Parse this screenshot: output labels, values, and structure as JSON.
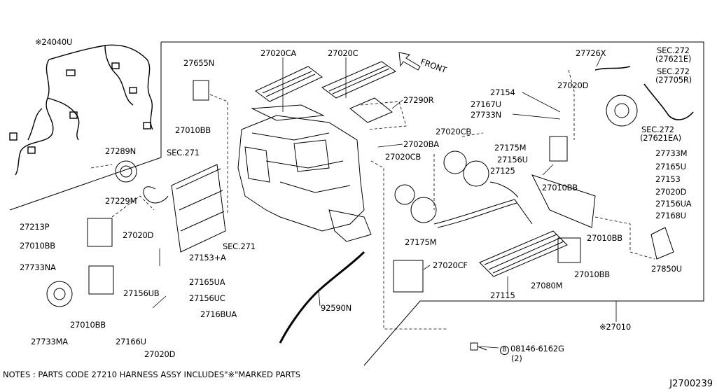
{
  "diagram_id": "J2700239",
  "notes": "NOTES : PARTS CODE 27210 HARNESS ASSY INCLUDES\"※\"MARKED PARTS",
  "front_label": "FRONT",
  "labels": {
    "p24040u": "※24040U",
    "p27655n": "27655N",
    "p27010bb_a": "27010BB",
    "p27020ca": "27020CA",
    "p27020c": "27020C",
    "p27290r": "27290R",
    "p27020ba": "27020BA",
    "p27289n": "27289N",
    "sec271_a": "SEC.271",
    "p27229m": "27229M",
    "p27213p": "27213P",
    "p27010bb_b": "27010BB",
    "p27020d_a": "27020D",
    "sec271_b": "SEC.271",
    "p27153a": "27153+A",
    "p27733na": "27733NA",
    "p27165ua": "27165UA",
    "p27156ub": "27156UB",
    "p27156uc": "27156UC",
    "p27168ua": "2716BUA",
    "p27010bb_c": "27010BB",
    "p27166u": "27166U",
    "p27733ma": "27733MA",
    "p27020d_b": "27020D",
    "p92590n": "92590N",
    "p27020cb_a": "27020CB",
    "p27020cb_b": "27020CB",
    "p27175m_a": "27175M",
    "p27175m_b": "27175M",
    "p27020cf": "27020CF",
    "p27115": "27115",
    "p27154": "27154",
    "p27167u": "27167U",
    "p27733n": "27733N",
    "p27156u": "27156U",
    "p27125": "27125",
    "p27020d_c": "27020D",
    "p27010bb_d": "27010BB",
    "p27010bb_e": "27010BB",
    "p27080m": "27080M",
    "p27010bb_f": "27010BB",
    "p27726x": "27726X",
    "sec272_a": "SEC.272",
    "sec272_a2": "(27621E)",
    "sec272_b": "SEC.272",
    "sec272_b2": "(27705R)",
    "sec272_c": "SEC.272",
    "sec272_c2": "(27621EA)",
    "p27733m": "27733M",
    "p27165u": "27165U",
    "p27153": "27153",
    "p27020d_d": "27020D",
    "p27156ua": "27156UA",
    "p27168u": "27168U",
    "p27850u": "27850U",
    "p27010": "※27010",
    "bolt_circle": "B",
    "bolt_code": "08146-6162G",
    "bolt_qty": "(2)"
  }
}
